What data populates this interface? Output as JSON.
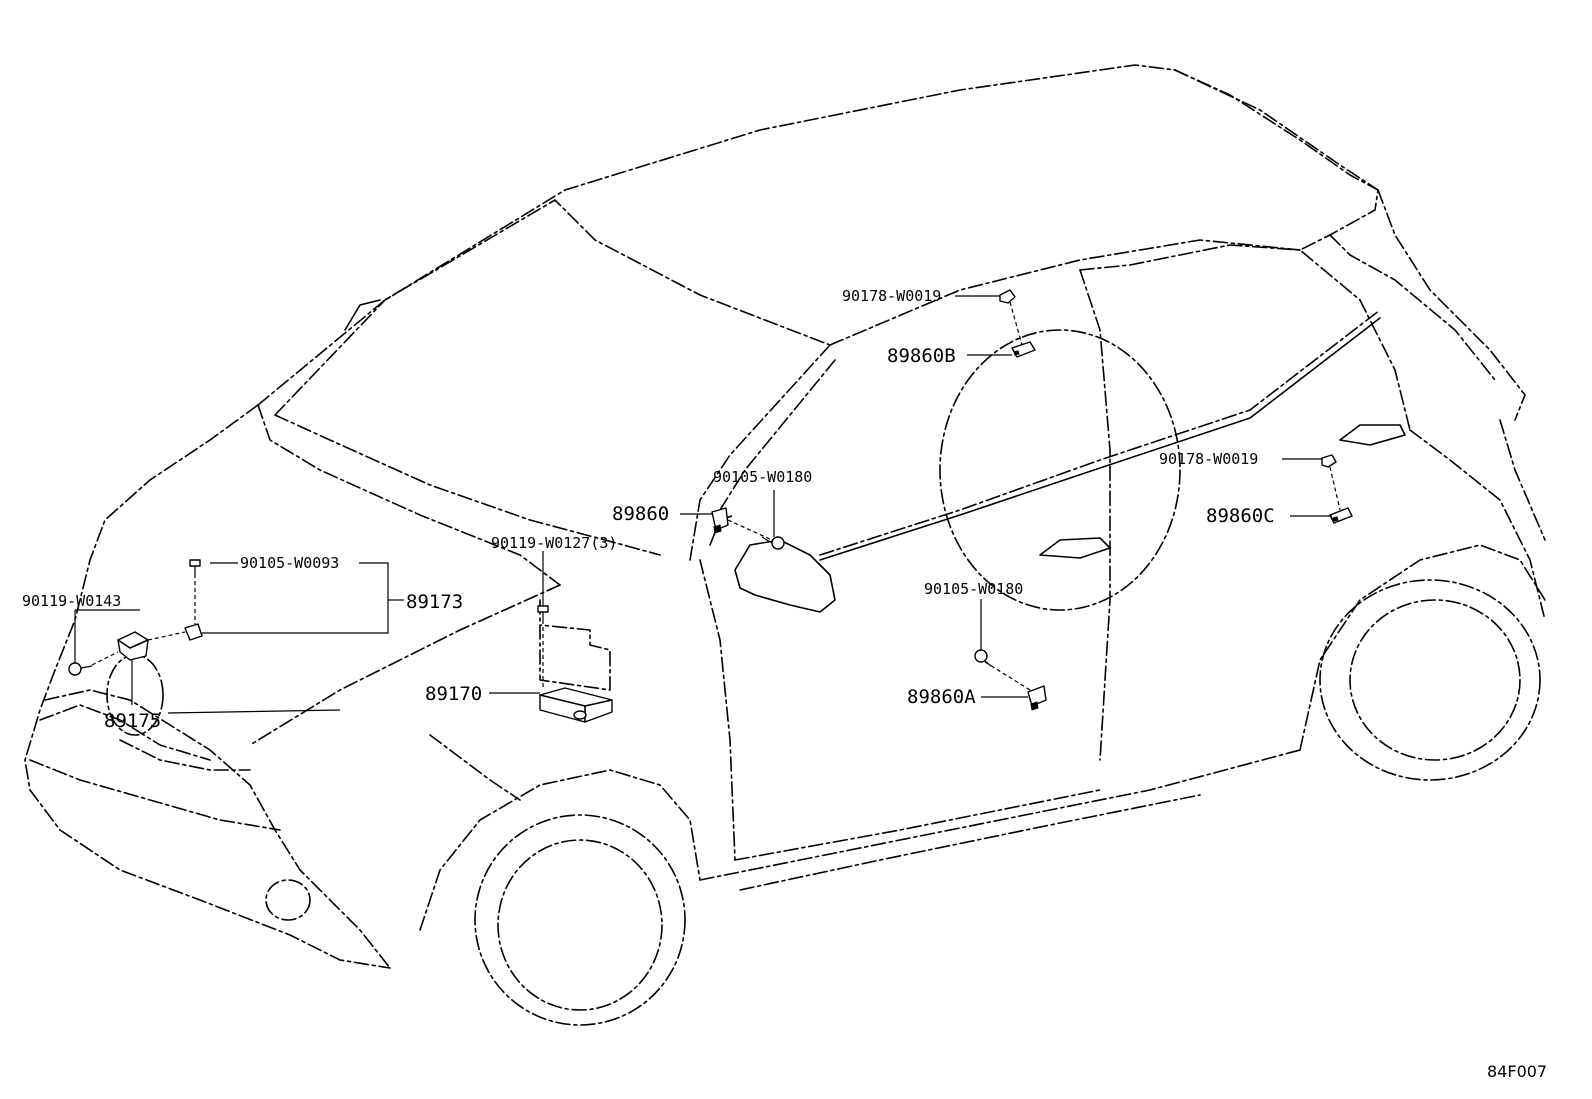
{
  "labels": {
    "p90178_w0019_top": "90178-W0019",
    "p89860b": "89860B",
    "p90178_w0019_right": "90178-W0019",
    "p89860c": "89860C",
    "p90105_w0180_top": "90105-W0180",
    "p89860": "89860",
    "p90119_w0127": "90119-W0127(3)",
    "p90105_w0093": "90105-W0093",
    "p90119_w0143": "90119-W0143",
    "p89173": "89173",
    "p89170": "89170",
    "p89175": "89175",
    "p90105_w0180_mid": "90105-W0180",
    "p89860a": "89860A"
  },
  "diagram_code": "84F007"
}
